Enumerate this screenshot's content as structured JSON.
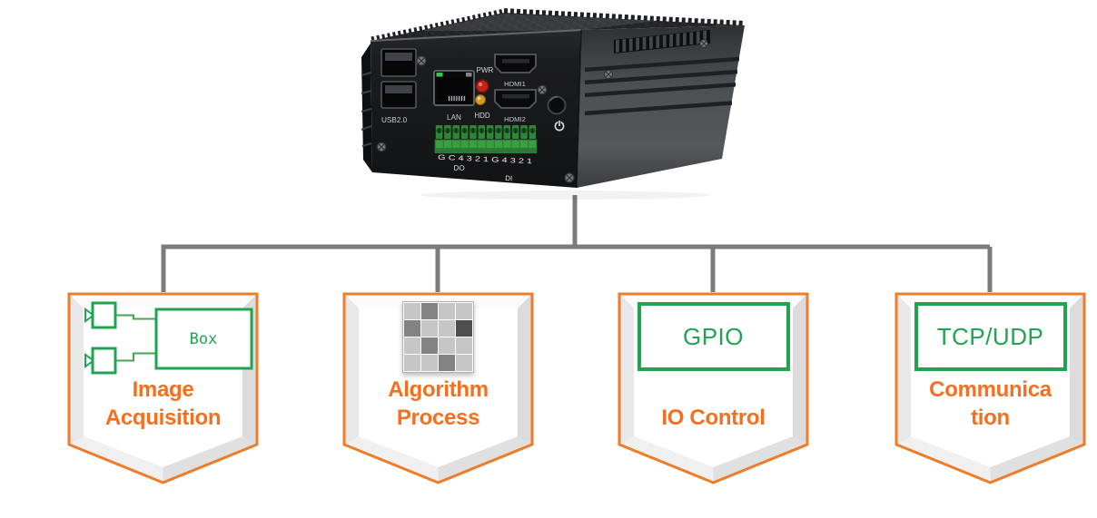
{
  "colors": {
    "badge-border": "#EE7C28",
    "label-orange": "#F66F1E",
    "green": "#1FA550",
    "line-gray": "#7B7B7B"
  },
  "device": {
    "labels": {
      "usb": "USB2.0",
      "lan": "LAN",
      "pwr": "PWR",
      "hdd": "HDD",
      "hdmi1": "HDMI1",
      "hdmi2": "HDMI2",
      "terminal_pins": "G C 4 3 2 1 G 4 3 2 1",
      "do": "DO",
      "di": "DI"
    }
  },
  "badges": [
    {
      "id": "image-acquisition",
      "icon": "camera-to-box-diagram",
      "icon_label": "Box",
      "label_lines": [
        "Image",
        "Acquisition"
      ]
    },
    {
      "id": "algorithm-process",
      "icon": "pixel-grid",
      "shade_colors": {
        "L": "#c6c6c6",
        "M": "#838383",
        "D": "#4e4e4e"
      },
      "grid": [
        [
          "L",
          "M",
          "L",
          "L"
        ],
        [
          "M",
          "L",
          "L",
          "D"
        ],
        [
          "L",
          "M",
          "L",
          "L"
        ],
        [
          "L",
          "L",
          "M",
          "L"
        ]
      ],
      "label_lines": [
        "Algorithm",
        "Process"
      ]
    },
    {
      "id": "io-control",
      "icon": "labeled-green-box",
      "icon_label": "GPIO",
      "label_lines": [
        "IO Control"
      ]
    },
    {
      "id": "communication",
      "icon": "labeled-green-box",
      "icon_label": "TCP/UDP",
      "label_lines": [
        "Communica",
        "tion"
      ]
    }
  ]
}
